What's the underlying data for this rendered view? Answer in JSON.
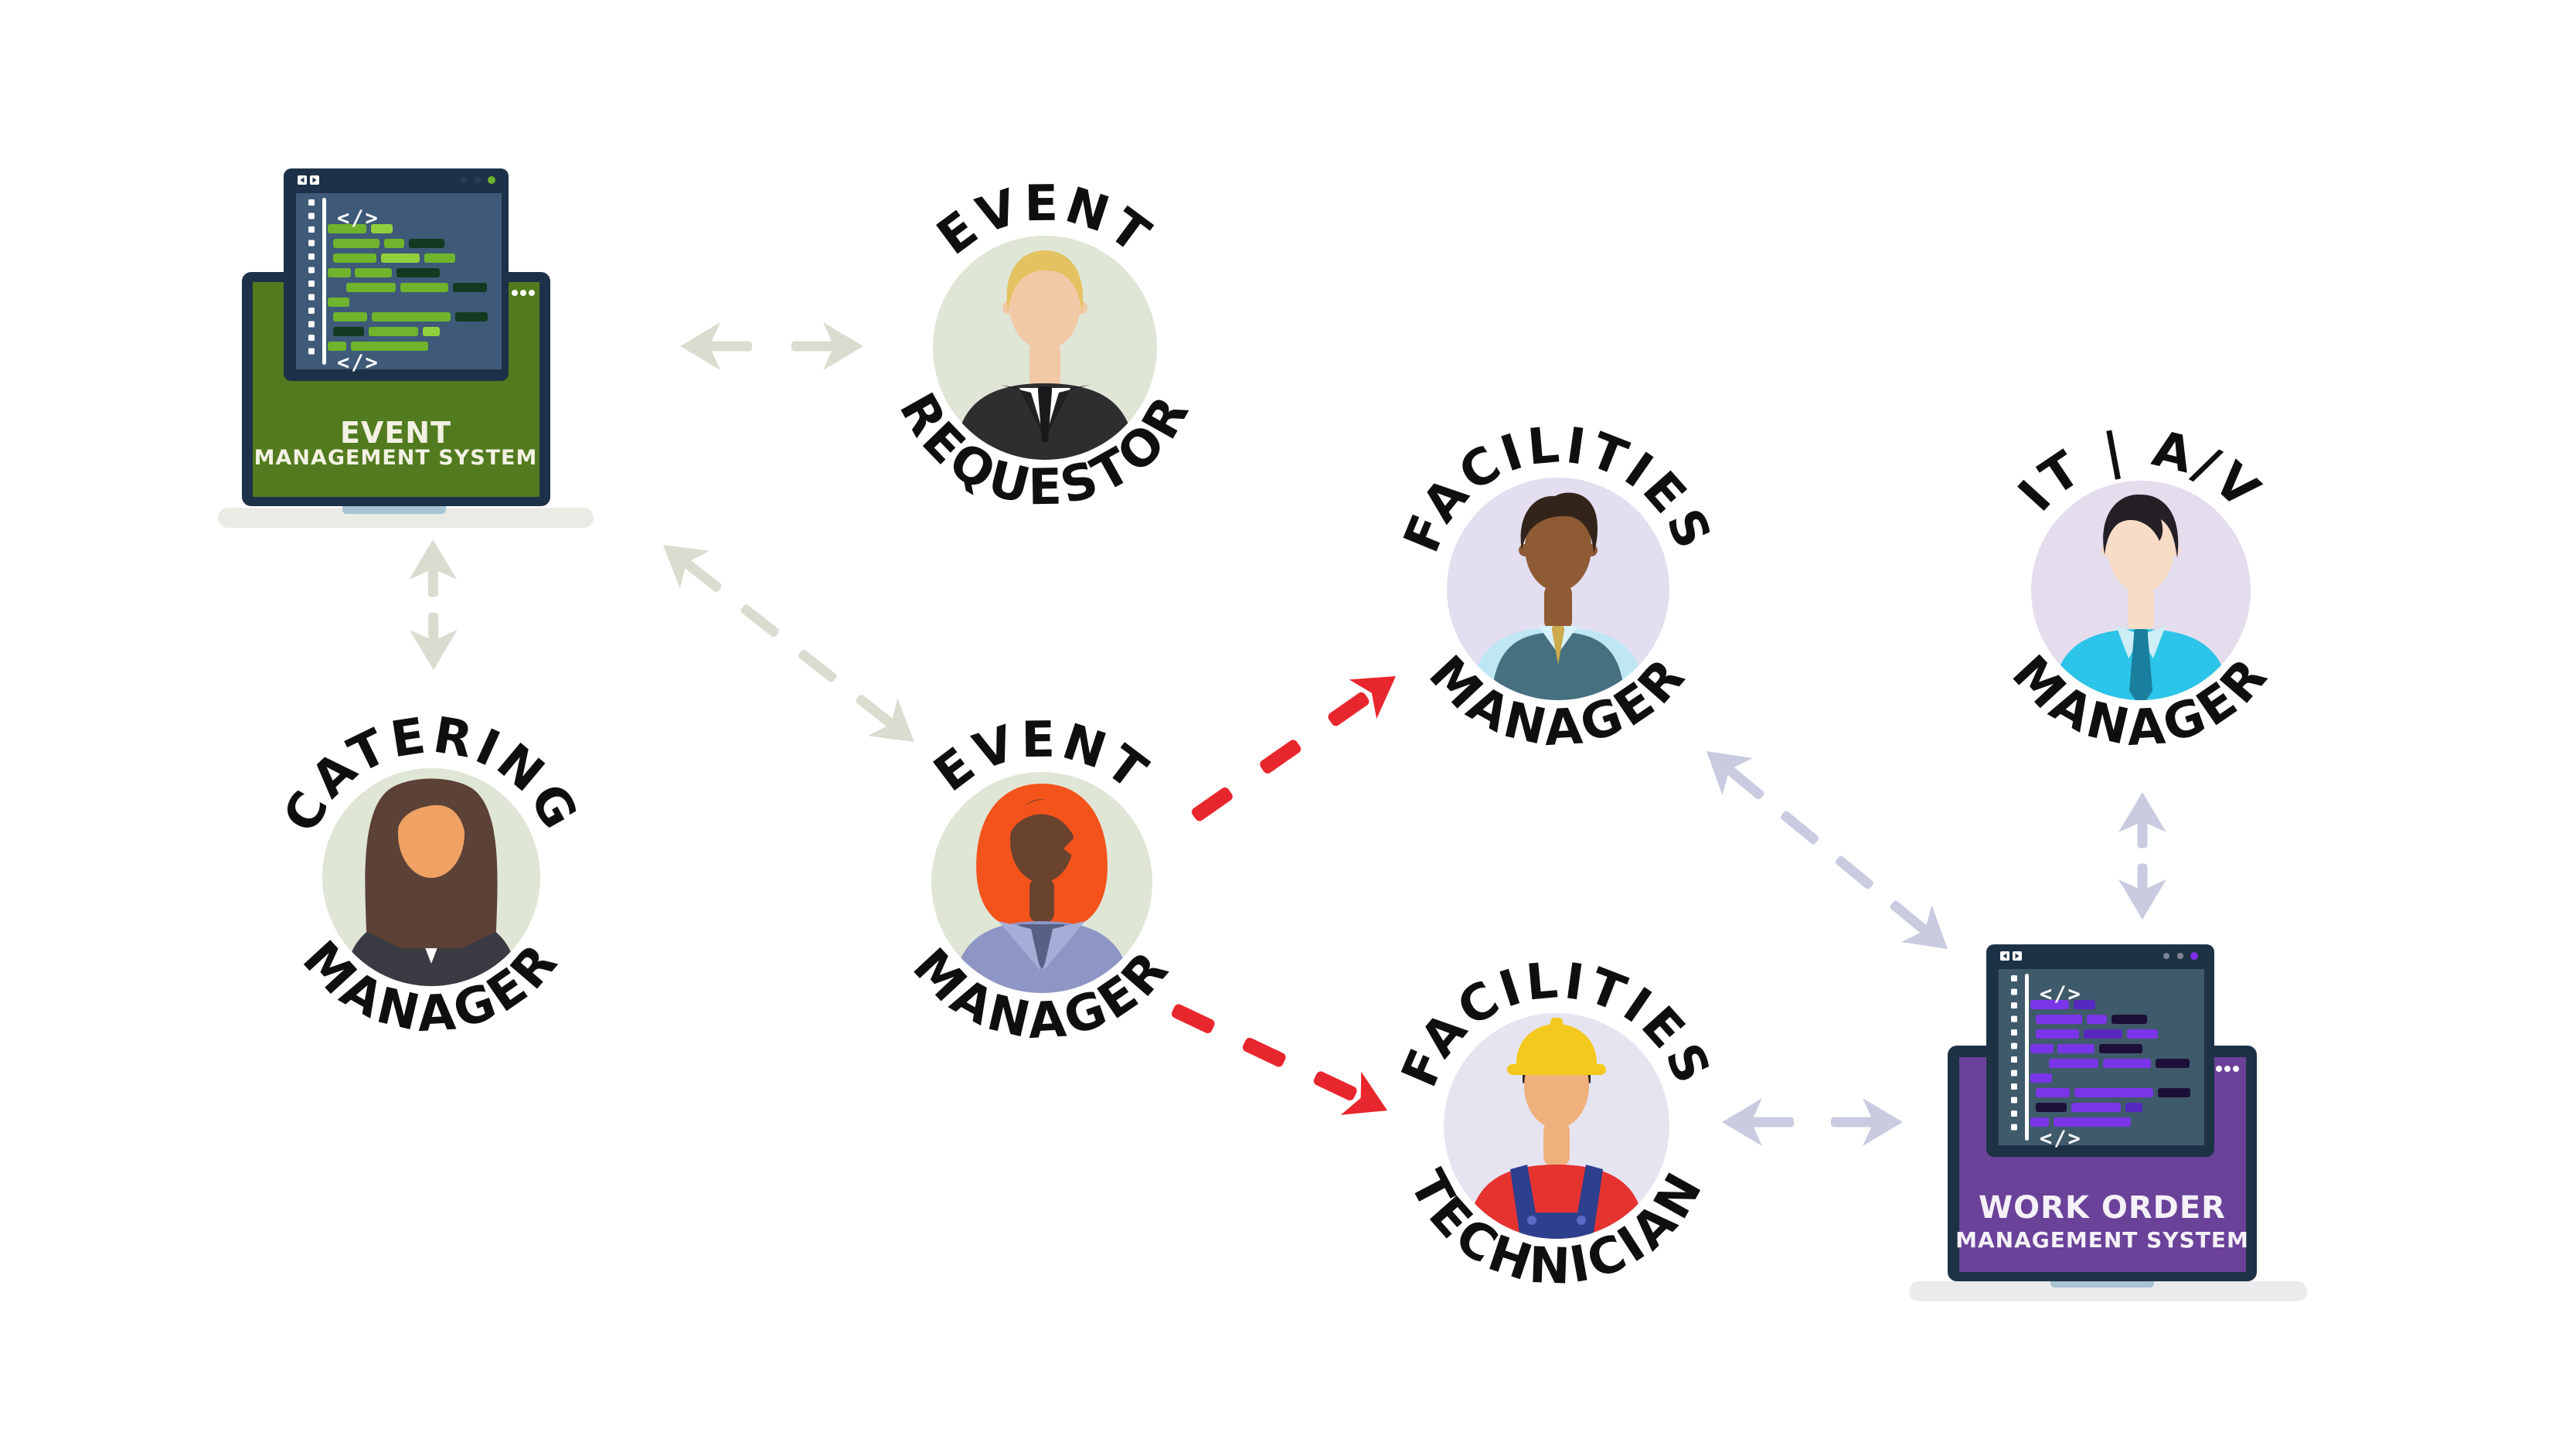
{
  "diagram": {
    "systems": {
      "event_management": {
        "line1": "EVENT",
        "line2": "MANAGEMENT SYSTEM",
        "code_glyph": "</>",
        "screen_color": "#527a1f",
        "frame_color": "#1d3148",
        "code_bright": "#6fb42c",
        "code_light": "#92cf3e",
        "code_dark": "#123a21",
        "window_dot_accent": "#6fb32a",
        "window_dot_muted": "#2a3e55"
      },
      "work_order": {
        "line1": "WORK ORDER",
        "line2": "MANAGEMENT SYSTEM",
        "code_glyph": "</>",
        "screen_color": "#6a4299",
        "frame_color": "#1e3246",
        "code_bright": "#7b35e8",
        "code_light": "#5628c0",
        "code_dark": "#1d1038",
        "window_dot_accent": "#7e2ee8",
        "window_dot_muted": "#7e8594"
      }
    },
    "roles": {
      "event_requestor": {
        "top": "EVENT",
        "bottom": "REQUESTOR"
      },
      "catering_manager": {
        "top": "CATERING",
        "bottom": "MANAGER"
      },
      "event_manager": {
        "top": "EVENT",
        "bottom": "MANAGER"
      },
      "facilities_manager": {
        "top": "FACILITIES",
        "bottom": "MANAGER"
      },
      "facilities_technician": {
        "top": "FACILITIES",
        "bottom": "TECHNICIAN"
      },
      "it_av_manager": {
        "top": "IT | A/V",
        "bottom": "MANAGER"
      }
    },
    "arrows": {
      "link_green": "#d9ddd0",
      "link_lavender": "#c9cce0",
      "assign": "#e8262d"
    },
    "connections": [
      {
        "from": "event_management_system",
        "to": "event_requestor",
        "type": "two-way",
        "color_key": "link_green"
      },
      {
        "from": "event_management_system",
        "to": "catering_manager",
        "type": "two-way",
        "color_key": "link_green"
      },
      {
        "from": "event_management_system",
        "to": "event_manager",
        "type": "two-way",
        "color_key": "link_green"
      },
      {
        "from": "event_manager",
        "to": "facilities_manager",
        "type": "one-way",
        "color_key": "assign"
      },
      {
        "from": "event_manager",
        "to": "facilities_technician",
        "type": "one-way",
        "color_key": "assign"
      },
      {
        "from": "facilities_manager",
        "to": "work_order_management_system",
        "type": "two-way",
        "color_key": "link_lavender"
      },
      {
        "from": "facilities_technician",
        "to": "work_order_management_system",
        "type": "two-way",
        "color_key": "link_lavender"
      },
      {
        "from": "it_av_manager",
        "to": "work_order_management_system",
        "type": "two-way",
        "color_key": "link_lavender"
      }
    ]
  }
}
